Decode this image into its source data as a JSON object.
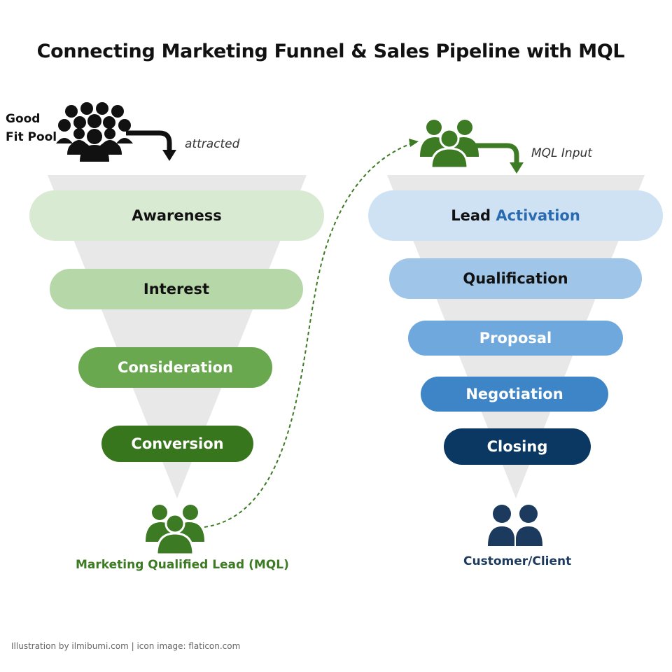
{
  "title": "Connecting Marketing Funnel & Sales Pipeline with MQL",
  "marketing_funnel": {
    "pool_label_line1": "Good",
    "pool_label_line2": "Fit Pool",
    "attracted_label": "attracted",
    "stages": [
      "Awareness",
      "Interest",
      "Consideration",
      "Conversion"
    ],
    "output_label": "Marketing Qualified Lead (MQL)"
  },
  "sales_pipeline": {
    "input_label": "MQL Input",
    "first_stage_word1": "Lead",
    "first_stage_word2": "Activation",
    "stages": [
      "Qualification",
      "Proposal",
      "Negotiation",
      "Closing"
    ],
    "output_label": "Customer/Client"
  },
  "footer": "Illustration by ilmibumi.com | icon image: flaticon.com",
  "colors": {
    "funnel_bg": "#e8e8e8",
    "awareness": "#d9ead3",
    "interest": "#b6d7a8",
    "consideration": "#6aa84f",
    "conversion": "#38761d",
    "mql_green": "#3d7a24",
    "lead_activation": "#cfe2f3",
    "qualification": "#9fc5e8",
    "proposal": "#6fa8dc",
    "negotiation": "#3d85c6",
    "closing": "#0b3763",
    "customer_navy": "#1c3a5e"
  },
  "icons": [
    "people-group-icon",
    "arrow-down-right-icon",
    "people-pair-icon"
  ]
}
